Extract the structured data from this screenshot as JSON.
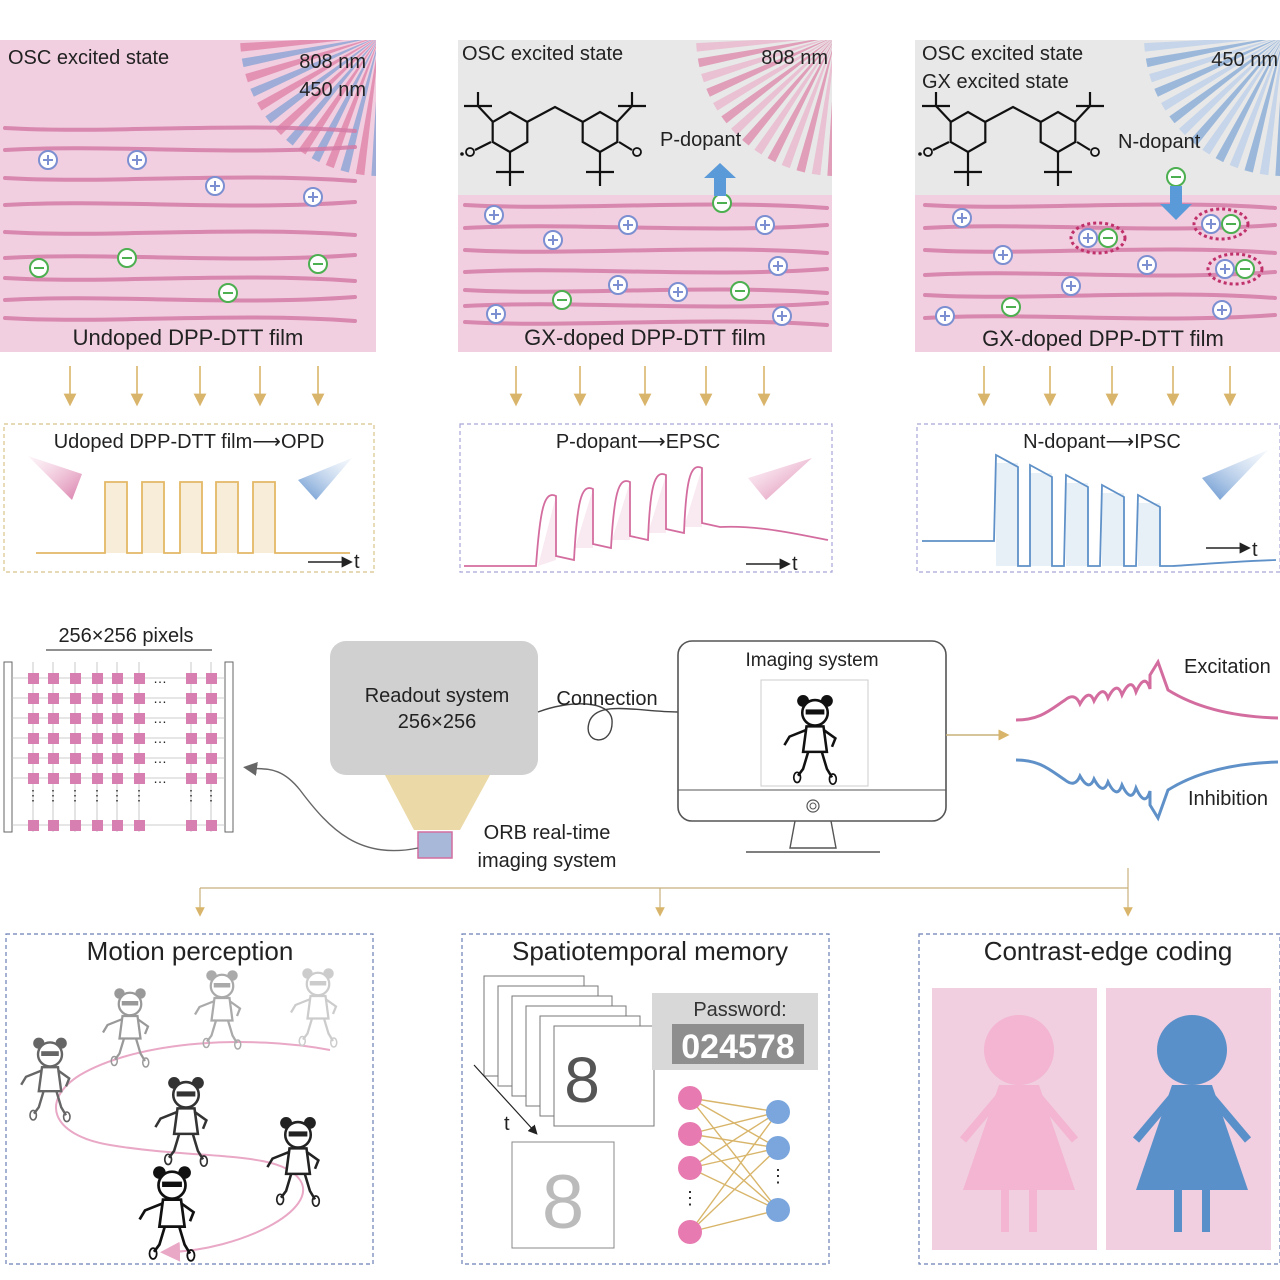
{
  "colors": {
    "film_pink": "#f1cfe0",
    "fiber": "#d47aa5",
    "light_gray": "#e8e8e8",
    "plus_blue": "#7c8fd1",
    "minus_green": "#4caf50",
    "arrow_gold": "#d8b56a",
    "trace_gold": "#e3b866",
    "trace_pink": "#d46d9f",
    "trace_blue": "#5f91c8",
    "ray_blue": "#5b8fd0",
    "ray_pink": "#d8608f"
  },
  "films": [
    {
      "state": "OSC excited state",
      "state2": "",
      "wavelength1": "808 nm",
      "wavelength2": "450 nm",
      "dopant": "",
      "label": "Undoped DPP-DTT film"
    },
    {
      "state": "OSC excited state",
      "state2": "",
      "wavelength1": "808 nm",
      "wavelength2": "",
      "dopant": "P-dopant",
      "label": "GX-doped DPP-DTT film"
    },
    {
      "state": "OSC excited state",
      "state2": "GX excited state",
      "wavelength1": "450 nm",
      "wavelength2": "",
      "dopant": "N-dopant",
      "label": "GX-doped DPP-DTT film"
    }
  ],
  "responses": [
    {
      "label": "Udoped DPP-DTT film⟶OPD",
      "axis": "t"
    },
    {
      "label": "P-dopant⟶EPSC",
      "axis": "t"
    },
    {
      "label": "N-dopant⟶IPSC",
      "axis": "t"
    }
  ],
  "system": {
    "array_label": "256×256 pixels",
    "readout_line1": "Readout system",
    "readout_line2": "256×256",
    "connection": "Connection",
    "imaging": "Imaging system",
    "orb_line1": "ORB real-time",
    "orb_line2": "imaging system",
    "excitation": "Excitation",
    "inhibition": "Inhibition",
    "ellipsis": "…",
    "vdots": "⋮"
  },
  "applications": [
    {
      "title": "Motion perception"
    },
    {
      "title": "Spatiotemporal memory",
      "password_label": "Password:",
      "password_value": "024578",
      "axis": "t",
      "digit": "8",
      "vdots": "⋮"
    },
    {
      "title": "Contrast-edge coding"
    }
  ]
}
